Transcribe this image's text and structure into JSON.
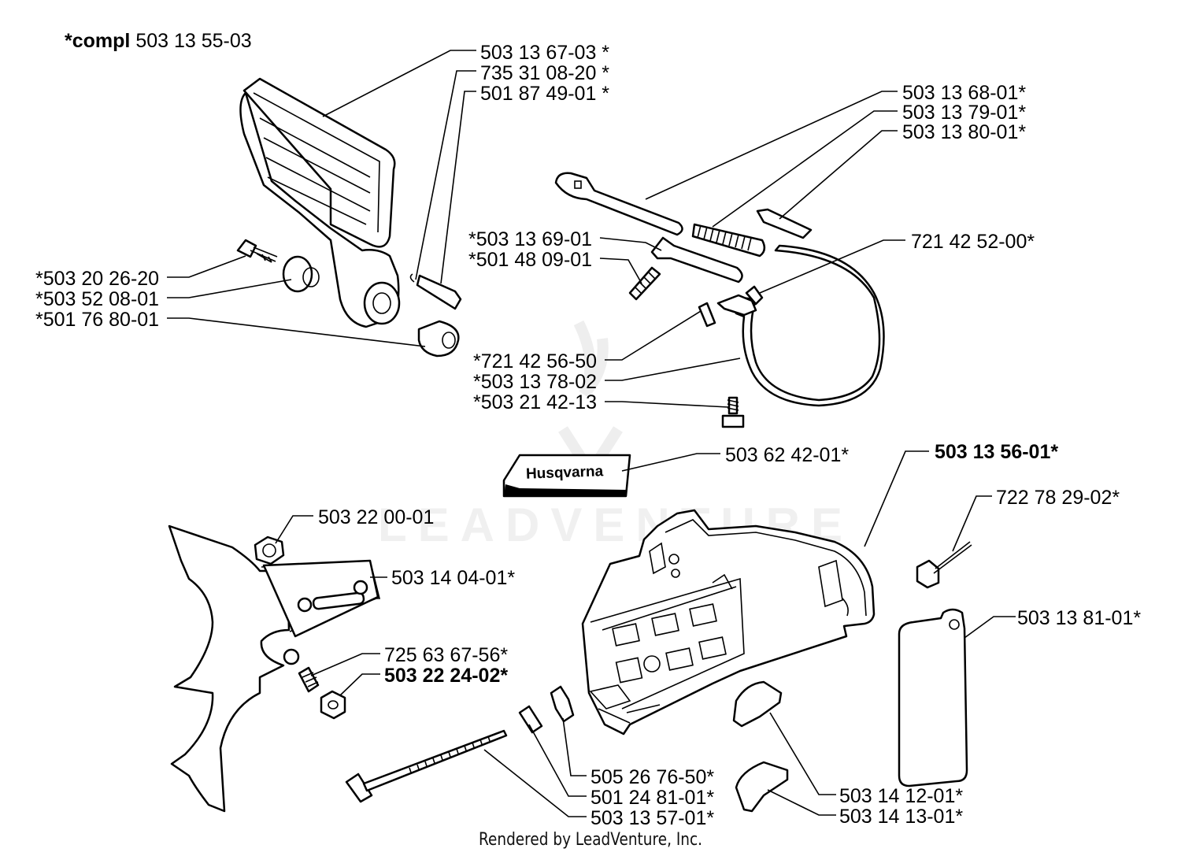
{
  "header": {
    "compl_prefix": "*compl",
    "compl_number": "503 13 55-03"
  },
  "brand_decal": "Husqvarna",
  "watermark": "LEADVENTURE",
  "footer": "Rendered by LeadVenture, Inc.",
  "labels": {
    "l01": "503 13 67-03 *",
    "l02": "735 31 08-20 *",
    "l03": "501 87 49-01 *",
    "l04": "503 13 68-01*",
    "l05": "503 13 79-01*",
    "l06": "503 13 80-01*",
    "l07": "*503 13 69-01",
    "l08": "*501 48 09-01",
    "l09": "721 42 52-00*",
    "l10": "*503 20 26-20",
    "l11": "*503 52 08-01",
    "l12": "*501 76 80-01",
    "l13": "*721 42 56-50",
    "l14": "*503 13 78-02",
    "l15": "*503 21 42-13",
    "l16": "503 62 42-01*",
    "l17": "503 13 56-01*",
    "l18": "722 78 29-02*",
    "l19": "503 22 00-01",
    "l20": "503 14 04-01*",
    "l21": "503 13 81-01*",
    "l22": "725 63 67-56*",
    "l23": "503 22 24-02*",
    "l24": "505 26 76-50*",
    "l25": "501 24 81-01*",
    "l26": "503 13 57-01*",
    "l27": "503 14 12-01*",
    "l28": "503 14 13-01*"
  }
}
